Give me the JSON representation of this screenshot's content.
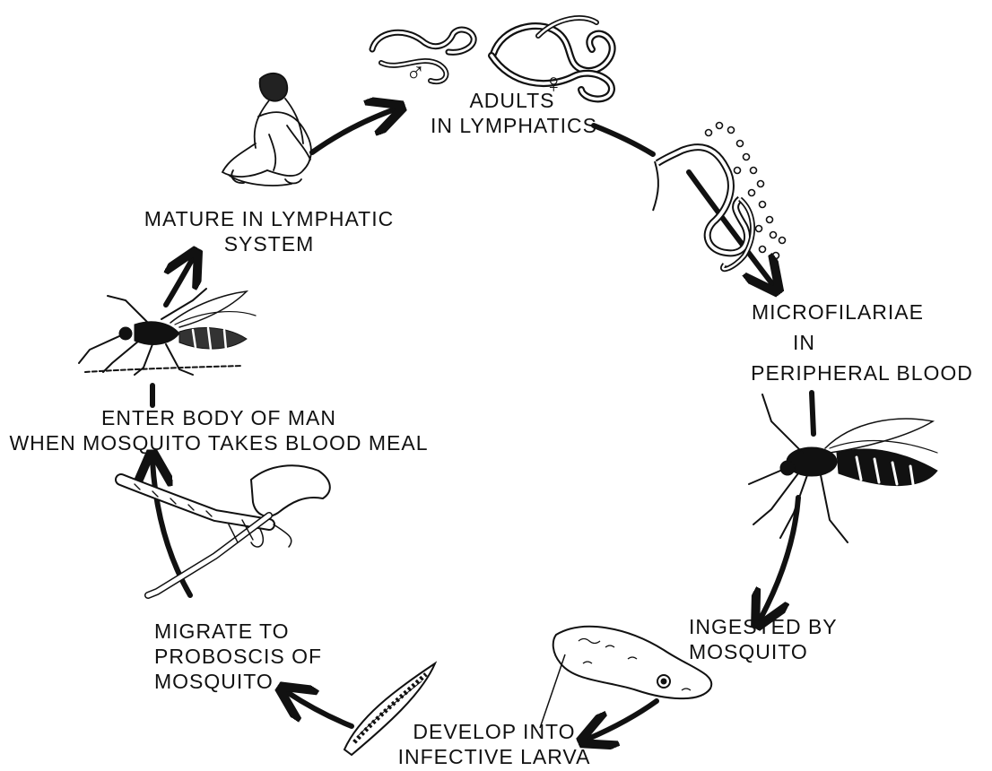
{
  "stages": {
    "adults": {
      "line1": "ADULTS",
      "line2": "IN LYMPHATICS",
      "male_symbol": "♂",
      "female_symbol": "♀"
    },
    "microfilariae": {
      "line1": "MICROFILARIAE",
      "line2": "IN",
      "line3": "PERIPHERAL BLOOD"
    },
    "ingested": {
      "line1": "INGESTED BY",
      "line2": "MOSQUITO"
    },
    "develop": {
      "line1": "DEVELOP INTO",
      "line2": "INFECTIVE LARVA"
    },
    "migrate": {
      "line1": "MIGRATE TO",
      "line2": "PROBOSCIS OF",
      "line3": "MOSQUITO"
    },
    "enter": {
      "line1": "ENTER BODY OF MAN",
      "line2": "WHEN MOSQUITO TAKES BLOOD MEAL"
    },
    "mature": {
      "line1": "MATURE IN LYMPHATIC",
      "line2": "SYSTEM"
    }
  },
  "colors": {
    "ink": "#111111",
    "background": "#ffffff"
  },
  "icons": [
    "adult-worms-icon",
    "human-figure-icon",
    "microfilariae-icon",
    "feeding-mosquito-icon",
    "resting-mosquito-icon",
    "proboscis-icon",
    "larva-in-gut-icon",
    "infective-larva-icon"
  ]
}
